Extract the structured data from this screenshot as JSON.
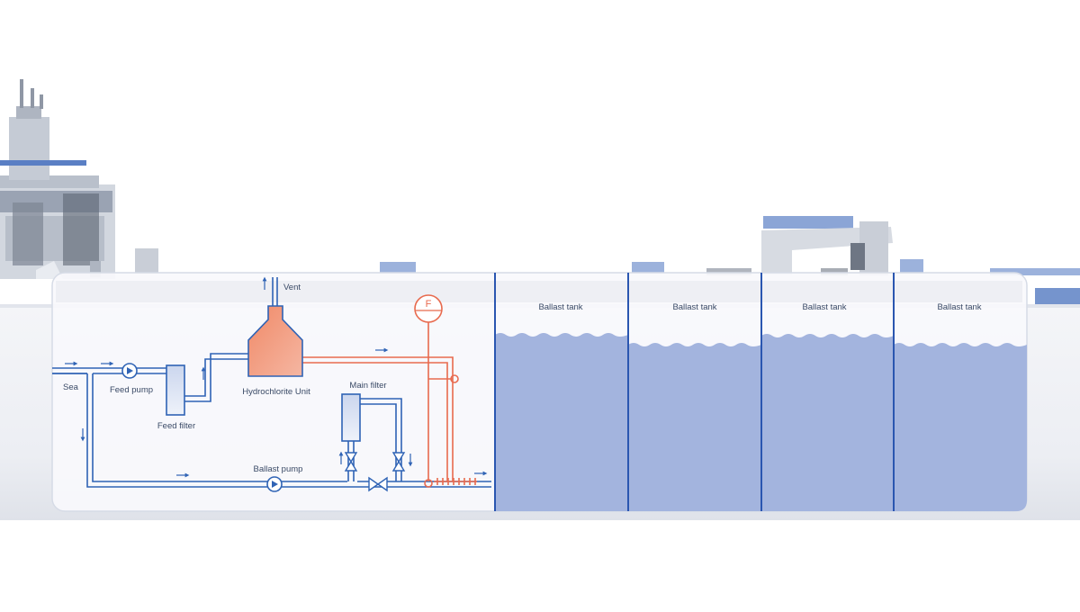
{
  "labels": {
    "vent": "Vent",
    "sea": "Sea",
    "feed_pump": "Feed pump",
    "feed_filter": "Feed filter",
    "hypochlorite_unit": "Hydrochlorite Unit",
    "main_filter": "Main filter",
    "ballast_pump": "Ballast pump",
    "flow_meter": "F"
  },
  "ballast_tanks": [
    {
      "label": "Ballast tank"
    },
    {
      "label": "Ballast tank"
    },
    {
      "label": "Ballast tank"
    },
    {
      "label": "Ballast tank"
    }
  ],
  "colors": {
    "pipe_blue": "#2f63b5",
    "pipe_red": "#e86a4e",
    "water": "#a3b4de",
    "tank_divider": "#2a56b0",
    "hull_panel": "#f5f7fb",
    "text": "#3a4a66",
    "ship_gray": "#c6ccd6",
    "ship_dark": "#6e7684"
  }
}
